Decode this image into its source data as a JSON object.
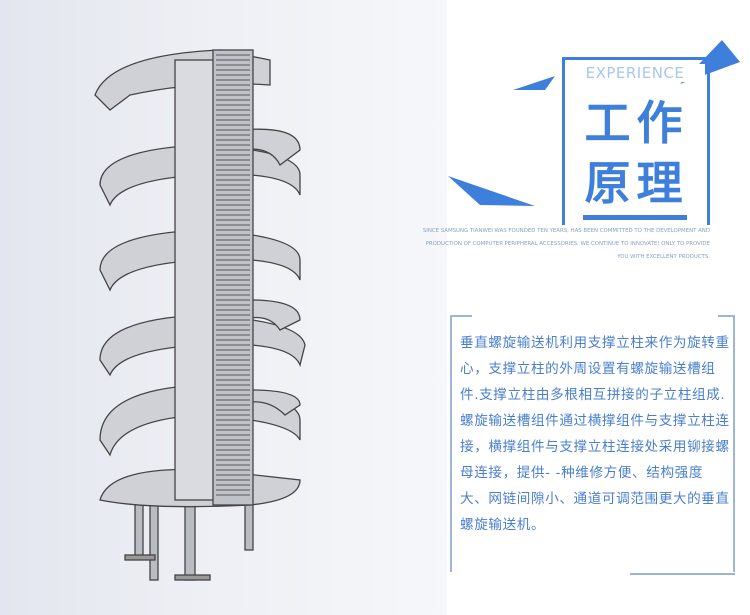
{
  "header": {
    "label": "EXPERIENCE",
    "title_line1": "工作",
    "title_line2": "原理",
    "tagline": "SINCE SAMSUNG TIANWEI WAS FOUNDED TEN YEARS, HAS BEEN COMMITTED TO THE DEVELOPMENT AND PRODUCTION OF COMPUTER PERIPHERAL ACCESSORIES, WE CONTINUE TO INNOVATE! ONLY TO PROVIDE YOU WITH EXCELLENT PRODUCTS."
  },
  "description": "垂直螺旋输送机利用支撑立柱来作为旋转重心，支撑立柱的外周设置有螺旋输送槽组件.支撑立柱由多根相互拼接的子立柱组成.螺旋输送槽组件通过横撑组件与支撑立柱连接，横撑组件与支撑立柱连接处采用铆接螺母连接，提供- -种维修方便、结构强度大、网链间隙小、通道可调范围更大的垂直螺旋输送机。",
  "colors": {
    "accent": "#3f7fdc",
    "light_accent": "#a9c6ee",
    "text": "#4a7fd0"
  }
}
